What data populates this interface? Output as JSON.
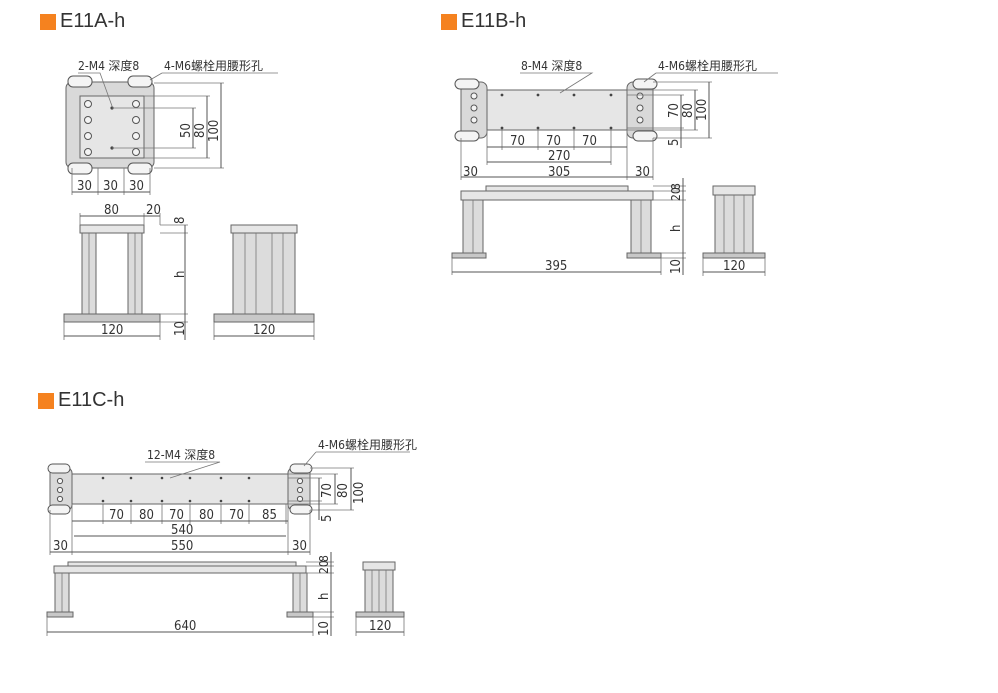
{
  "accent_color": "#F5821F",
  "sections": [
    {
      "title": "E11A-h"
    },
    {
      "title": "E11B-h"
    },
    {
      "title": "E11C-h"
    }
  ],
  "a": {
    "tap_note": "2-M4 深度8",
    "slot_note": "4-M6螺栓用腰形孔",
    "dims": [
      "50",
      "80",
      "100",
      "30",
      "30",
      "30",
      "80",
      "20",
      "8",
      "h",
      "120",
      "10",
      "120"
    ]
  },
  "b": {
    "tap_note": "8-M4 深度8",
    "slot_note": "4-M6螺栓用腰形孔",
    "dims": [
      "70",
      "80",
      "100",
      "5",
      "70",
      "70",
      "70",
      "270",
      "30",
      "305",
      "30",
      "8",
      "20",
      "h",
      "395",
      "10",
      "120"
    ]
  },
  "c": {
    "tap_note": "12-M4 深度8",
    "slot_note": "4-M6螺栓用腰形孔",
    "dims": [
      "70",
      "80",
      "100",
      "5",
      "70",
      "80",
      "70",
      "80",
      "70",
      "85",
      "540",
      "30",
      "550",
      "30",
      "8",
      "20",
      "h",
      "640",
      "10",
      "120"
    ]
  }
}
